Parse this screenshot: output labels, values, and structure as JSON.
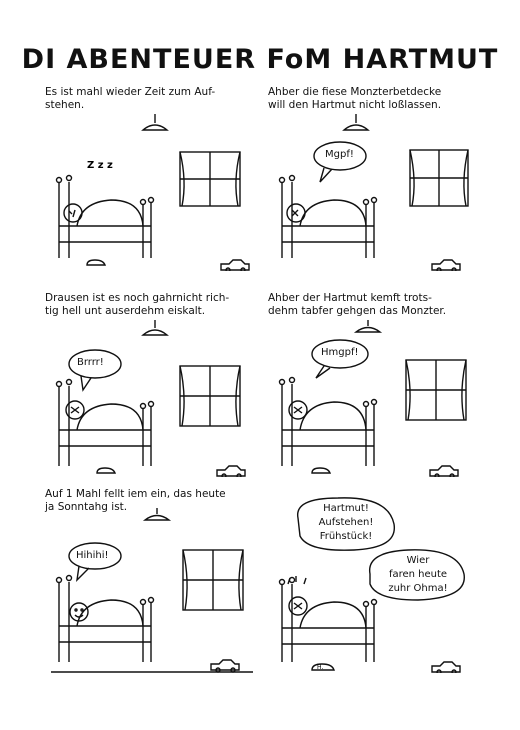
{
  "title": "DI ABENTEUER FoM HARTMUT",
  "panels": [
    {
      "caption": [
        "Es ist mahl wieder Zeit zum Auf-",
        "stehen."
      ],
      "sound": "Z z z"
    },
    {
      "caption": [
        "Ahber die fiese Monzterbetdecke",
        "will den Hartmut nicht loßlassen."
      ],
      "bubble": "Mgpf!"
    },
    {
      "caption": [
        "Drausen ist es noch gahrnicht rich-",
        "tig hell unt auserdehm eiskalt."
      ],
      "bubble": "Brrrr!"
    },
    {
      "caption": [
        "Ahber der Hartmut kemft trots-",
        "dehm tabfer gehgen das Monzter."
      ],
      "bubble": "Hmgpf!"
    },
    {
      "caption": [
        "Auf 1 Mahl fellt iem ein, das heute",
        "ja Sonntahg ist."
      ],
      "bubble": "Hihihi!"
    },
    {
      "caption": [],
      "bubble_lines": [
        "Hartmut!",
        "Aufstehen!",
        "Frühstück!"
      ],
      "bubble2_lines": [
        "Wier",
        "faren heute",
        "zuhr Ohma!"
      ],
      "sign": "H."
    }
  ]
}
